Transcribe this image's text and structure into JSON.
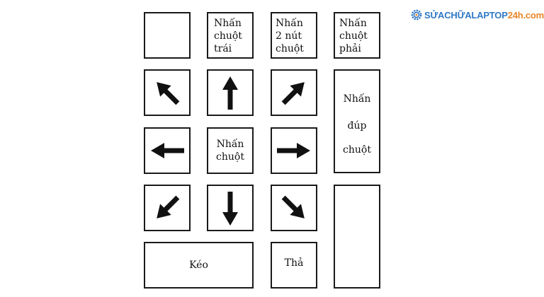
{
  "logo": {
    "main": "SỬACHỮALAPTOP",
    "accent": "24h.com",
    "icon": "gear-icon",
    "colors": {
      "main": "#2f78c6",
      "accent": "#e8862a"
    }
  },
  "keys": {
    "left_click": {
      "lines": [
        "Nhấn",
        "chuột",
        "trái"
      ]
    },
    "both_click": {
      "lines": [
        "Nhấn",
        "2 nút",
        "chuột"
      ]
    },
    "right_click": {
      "lines": [
        "Nhấn",
        "chuột",
        "phải"
      ]
    },
    "double_click": {
      "lines": [
        "Nhấn",
        "đúp",
        "chuột"
      ]
    },
    "click": {
      "lines": [
        "Nhấn",
        "chuột"
      ]
    },
    "drag": {
      "label": "Kéo"
    },
    "drop": {
      "label": "Thả"
    }
  },
  "arrows": {
    "up_left": "arrow-up-left-icon",
    "up": "arrow-up-icon",
    "up_right": "arrow-up-right-icon",
    "left": "arrow-left-icon",
    "right": "arrow-right-icon",
    "down_left": "arrow-down-left-icon",
    "down": "arrow-down-icon",
    "down_right": "arrow-down-right-icon"
  }
}
